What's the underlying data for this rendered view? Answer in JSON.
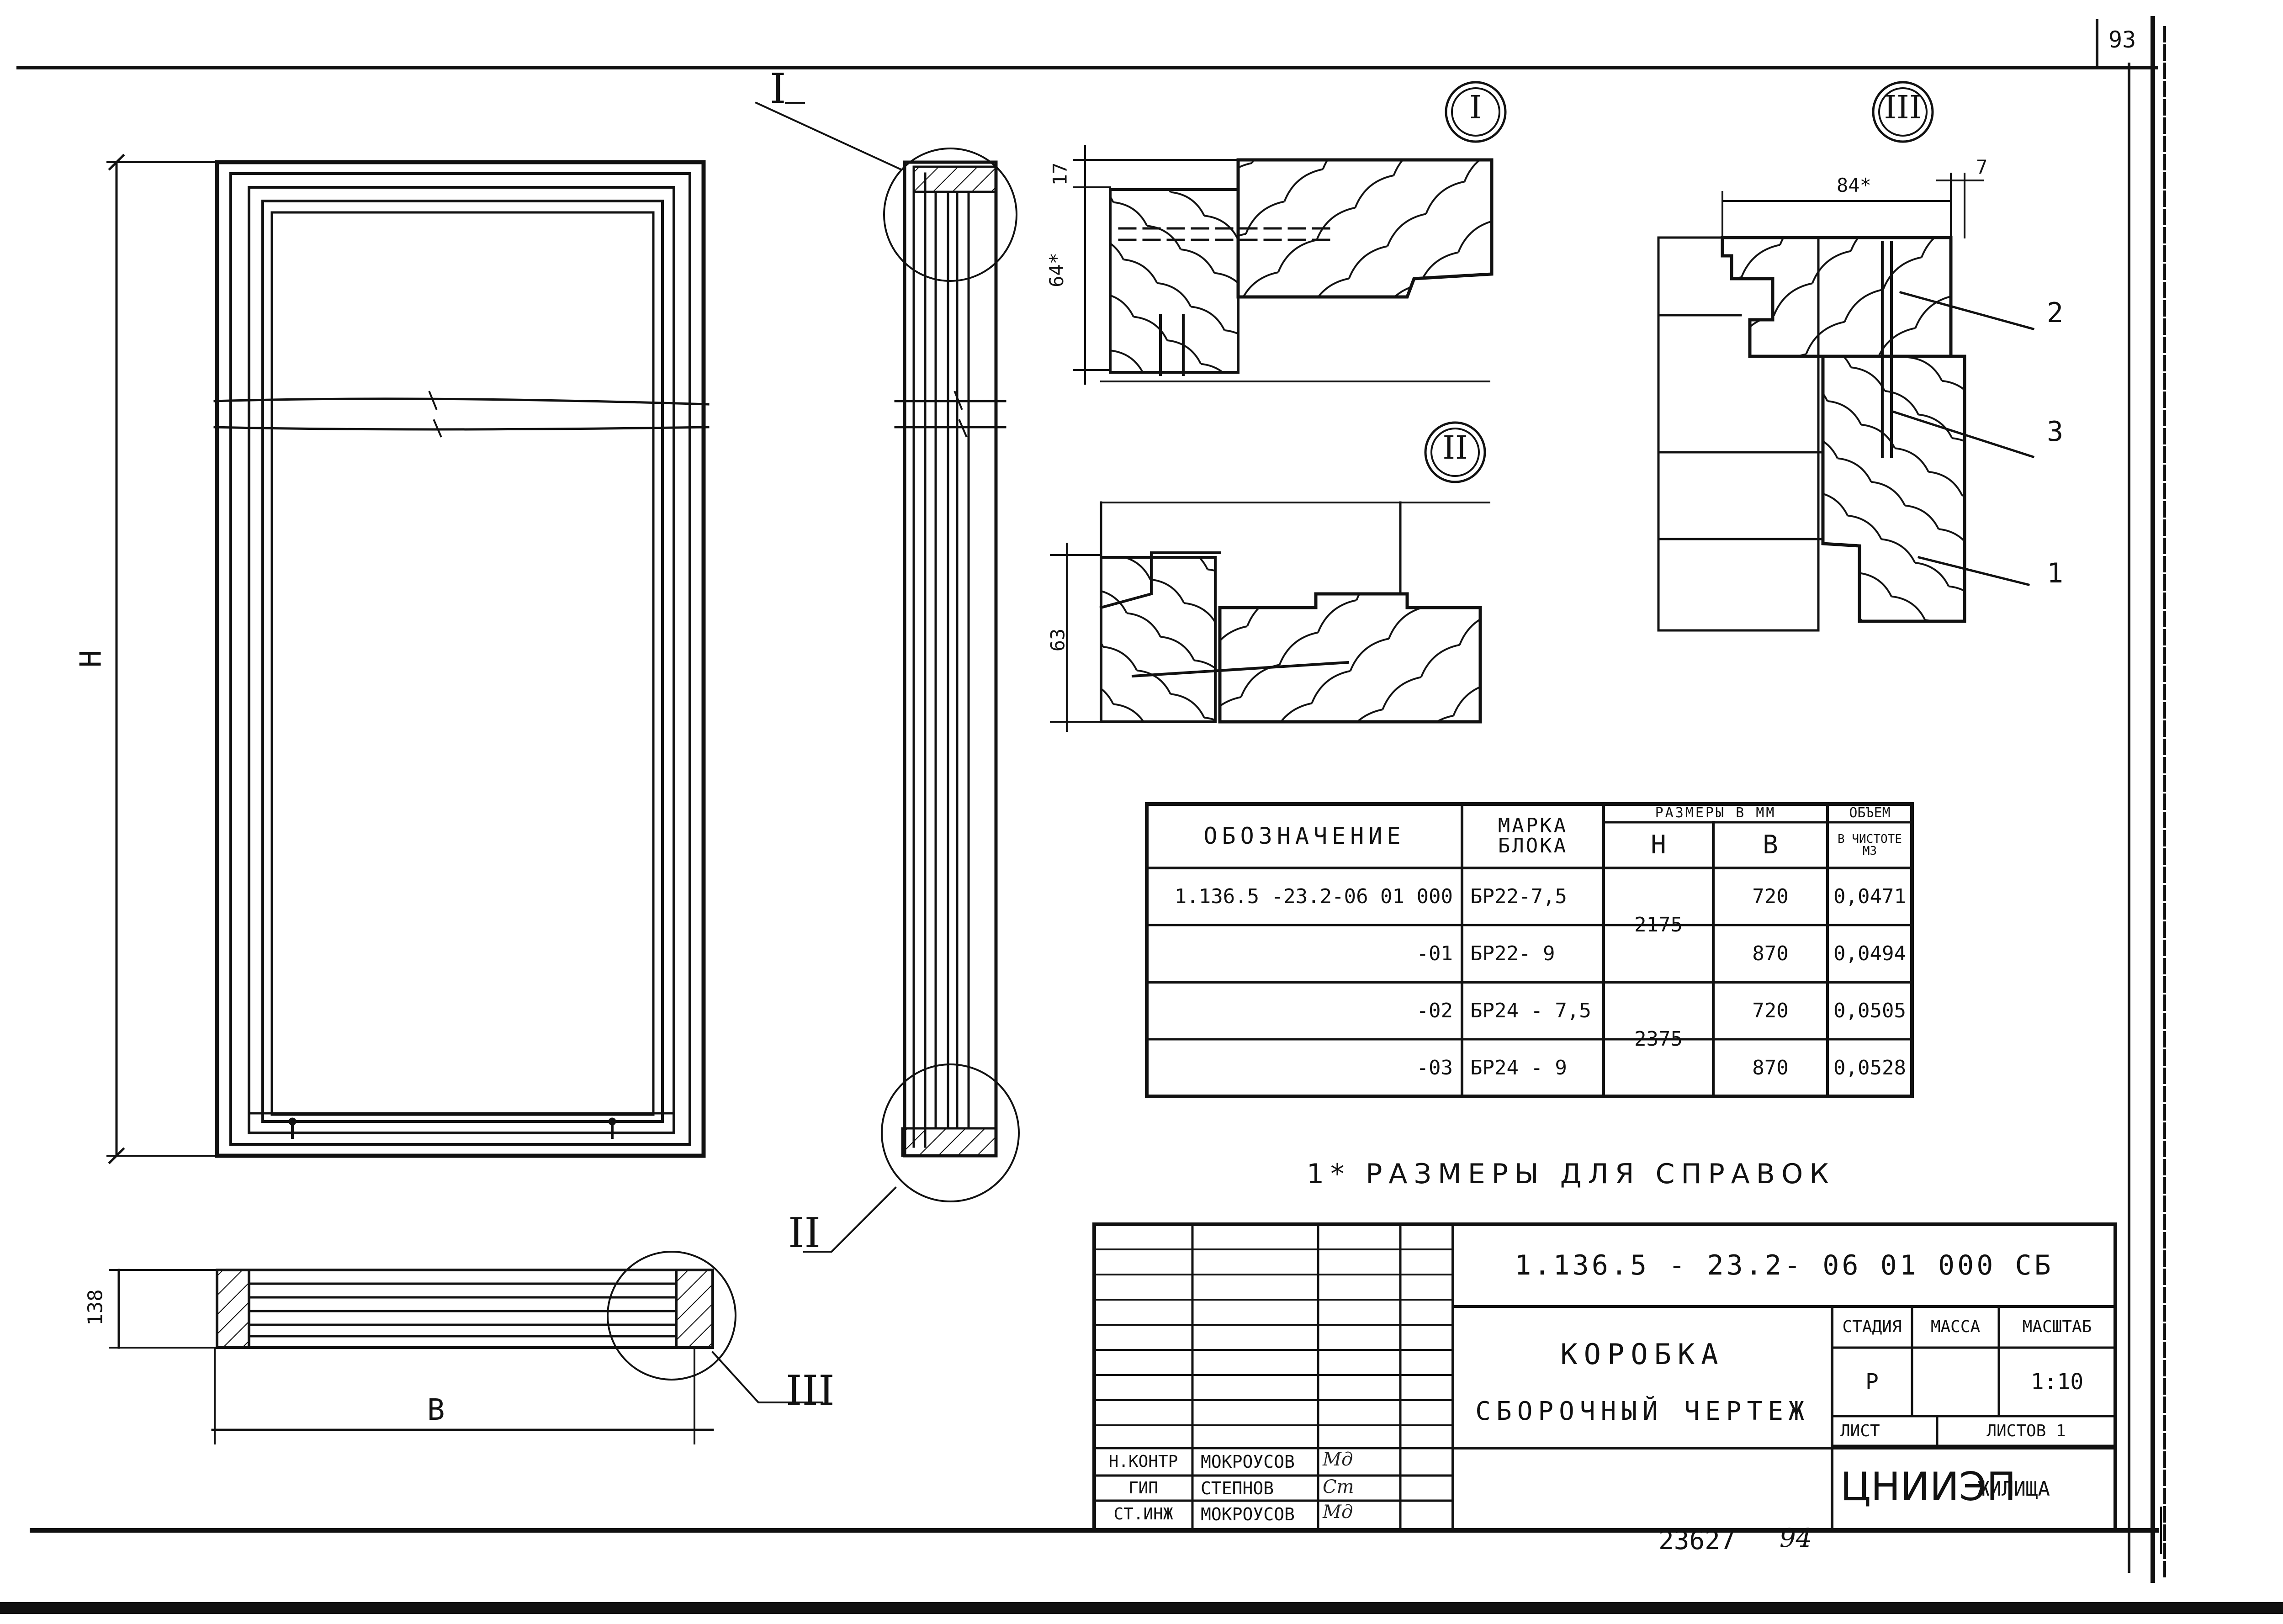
{
  "sheet_number": "93",
  "callouts": {
    "one": "I",
    "two": "II",
    "three": "III"
  },
  "dims": {
    "height": "H",
    "width": "B",
    "depth": "138",
    "d17": "17",
    "d64": "64*",
    "d63": "63",
    "d84": "84*",
    "d7": "7"
  },
  "parts": [
    "1",
    "2",
    "3"
  ],
  "spec_table": {
    "headers": {
      "designation": "ОБОЗНАЧЕНИЕ",
      "mark": "МАРКА БЛОКА",
      "sizes": "РАЗМЕРЫ В ММ",
      "h": "Н",
      "b": "В",
      "volume": "ОБЪЕМ",
      "volume_sub": "В ЧИСТОТЕ М3"
    },
    "rows": [
      {
        "designation": "1.136.5 -23.2-06 01 000",
        "mark": "БР22-7,5",
        "b": "720",
        "volume": "0,0471"
      },
      {
        "designation": "-01",
        "mark": "БР22- 9",
        "b": "870",
        "volume": "0,0494"
      },
      {
        "designation": "-02",
        "mark": "БР24 - 7,5",
        "b": "720",
        "volume": "0,0505"
      },
      {
        "designation": "-03",
        "mark": "БР24 - 9",
        "b": "870",
        "volume": "0,0528"
      }
    ],
    "h_groups": [
      "2175",
      "2375"
    ]
  },
  "note": "1* РАЗМЕРЫ ДЛЯ СПРАВОК",
  "title_block": {
    "doc_code": "1.136.5 - 23.2- 06 01 000 СБ",
    "title": "КОРОБКА",
    "subtitle": "СБОРОЧНЫЙ ЧЕРТЕЖ",
    "stage_label": "СТАДИЯ",
    "mass_label": "МАССА",
    "scale_label": "МАСШТАБ",
    "stage": "Р",
    "scale": "1:10",
    "sheet_label": "ЛИСТ",
    "sheets_label": "ЛИСТОВ 1",
    "org": "ЦНИИЭП",
    "org_suffix": "ЖИЛИЩА",
    "roles": [
      {
        "role": "Н.КОНТР",
        "name": "МОКРОУСОВ",
        "sign": "Мд"
      },
      {
        "role": "ГИП",
        "name": "СТЕПНОВ",
        "sign": "Ст"
      },
      {
        "role": "СТ.ИНЖ",
        "name": "МОКРОУСОВ",
        "sign": "Мд"
      }
    ]
  },
  "footer": {
    "number": "23627",
    "page": "94"
  }
}
